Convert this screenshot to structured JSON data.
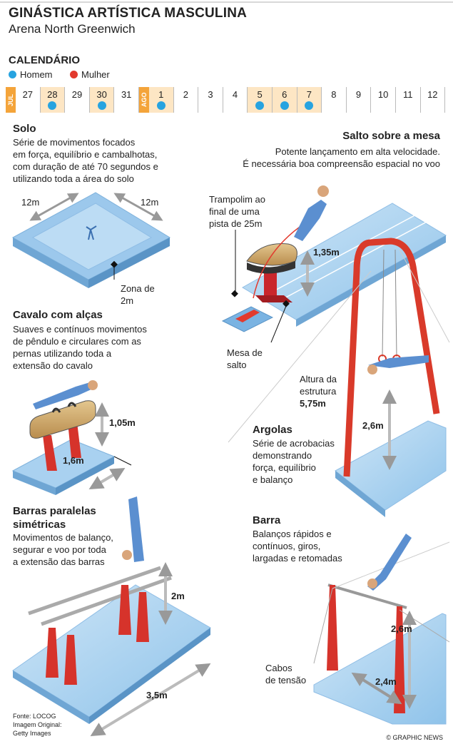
{
  "header": {
    "title": "GINÁSTICA ARTÍSTICA MASCULINA",
    "subtitle": "Arena North Greenwich"
  },
  "calendar": {
    "title": "CALENDÁRIO",
    "legend_men": "Homem",
    "legend_women": "Mulher",
    "men_color": "#27a3e0",
    "women_color": "#e23a2e",
    "month_jul": "JUL",
    "month_ago": "AGO",
    "days": [
      {
        "label": "27",
        "event": false
      },
      {
        "label": "28",
        "event": true
      },
      {
        "label": "29",
        "event": false
      },
      {
        "label": "30",
        "event": true
      },
      {
        "label": "31",
        "event": false
      },
      {
        "label": "1",
        "event": true
      },
      {
        "label": "2",
        "event": false
      },
      {
        "label": "3",
        "event": false
      },
      {
        "label": "4",
        "event": false
      },
      {
        "label": "5",
        "event": true
      },
      {
        "label": "6",
        "event": true
      },
      {
        "label": "7",
        "event": true
      },
      {
        "label": "8",
        "event": false
      },
      {
        "label": "9",
        "event": false
      },
      {
        "label": "10",
        "event": false
      },
      {
        "label": "11",
        "event": false
      },
      {
        "label": "12",
        "event": false
      }
    ]
  },
  "solo": {
    "title": "Solo",
    "desc": "Série de movimentos focados\nem força, equilíbrio e cambalhotas,\ncom duração de até 70 segundos e\nutilizando toda a área do solo",
    "dim_left": "12m",
    "dim_right": "12m",
    "zone": "Zona de\n2m"
  },
  "salto": {
    "title": "Salto sobre a mesa",
    "desc": "Potente lançamento em alta velocidade.\nÉ necessária boa compreensão espacial no voo",
    "trampoline": "Trampolim ao\nfinal de uma\npista de 25m",
    "height": "1,35m",
    "table": "Mesa de\nsalto"
  },
  "cavalo": {
    "title": "Cavalo com alças",
    "desc": "Suaves e contínuos movimentos\nde pêndulo e circulares  com as\npernas utilizando toda a\nextensão do cavalo",
    "height": "1,05m",
    "length": "1,6m"
  },
  "argolas": {
    "title": "Argolas",
    "desc": "Série de acrobacias\ndemonstrando\nforça, equilíbrio\ne balanço",
    "structure": "Altura da\nestrutura",
    "structure_value": "5,75m",
    "height": "2,6m"
  },
  "paralelas": {
    "title": "Barras paralelas\nsimétricas",
    "desc": "Movimentos de balanço,\nsegurar e voo por toda\na extensão das barras",
    "height": "2m",
    "length": "3,5m"
  },
  "barra": {
    "title": "Barra",
    "desc": "Balanços rápidos e\ncontínuos, giros,\nlargadas e retomadas",
    "height": "2,6m",
    "width": "2,4m",
    "cables": "Cabos\nde tensão"
  },
  "footer": {
    "source": "Fonte: LOCOG\nImagem Original:\nGetty Images",
    "credit": "© GRAPHIC NEWS"
  }
}
